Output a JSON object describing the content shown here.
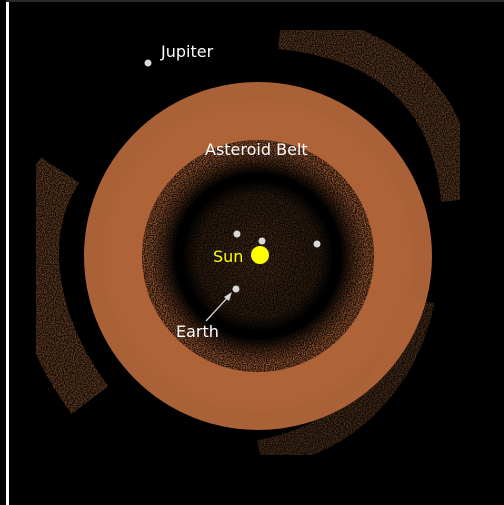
{
  "labels": {
    "jupiter": "Jupiter",
    "asteroid_belt": "Asteroid Belt",
    "sun": "Sun",
    "earth": "Earth"
  },
  "colors": {
    "background": "#000000",
    "belt": "#b4663a",
    "sparse_dust": "#c47a45",
    "sun": "#ffff00",
    "planet": "#d8d8d8",
    "label_white": "#ffffff",
    "label_sun": "#ffff00"
  }
}
